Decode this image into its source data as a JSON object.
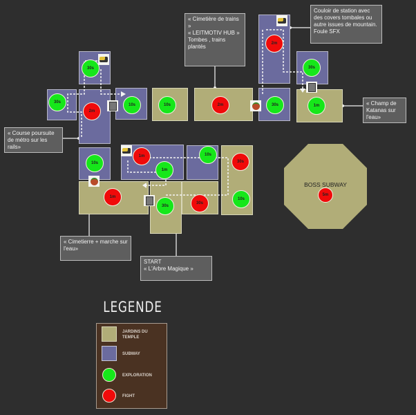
{
  "rooms": {
    "a": "30s",
    "b": "30s",
    "c": "2m",
    "d": "10s",
    "e": "10s",
    "f": "2m",
    "g": "2m",
    "h": "30s",
    "i": "30s",
    "j": "1m",
    "k": "10s",
    "l1": "1m",
    "l2": "1m",
    "m": "10s",
    "n1": "30s",
    "n2": "10s",
    "o": "1m",
    "p": "30s",
    "q": "30s",
    "boss": "5m"
  },
  "boss_title": "BOSS SUBWAY",
  "callouts": {
    "cimetiere_trains": "« Cimetière de trains »\n« LEITMOTIV HUB »\nTombes , trains plantés",
    "couloir": "Couloir de station avec des covers tombales ou autre issues de mountain.\nFoule SFX",
    "katanas": "« Champ de Katanas  sur l'eau»",
    "course": "« Course poursuite de métro sur les rails»",
    "cimetierre_marche": "« Cimetierre  + marche sur l'eau»",
    "start": "START\n« L'Arbre Magique »"
  },
  "legend": {
    "title": "LEGENDE",
    "items": [
      "JARDINS DU TEMPLE",
      "SUBWAY",
      "EXPLORATION",
      "FIGHT"
    ]
  },
  "colors": {
    "subway": "#6b6b9e",
    "garden": "#b1ad78",
    "exploration": "#16e71a",
    "fight": "#f00a0a",
    "legend_bg": "#4a3222"
  }
}
